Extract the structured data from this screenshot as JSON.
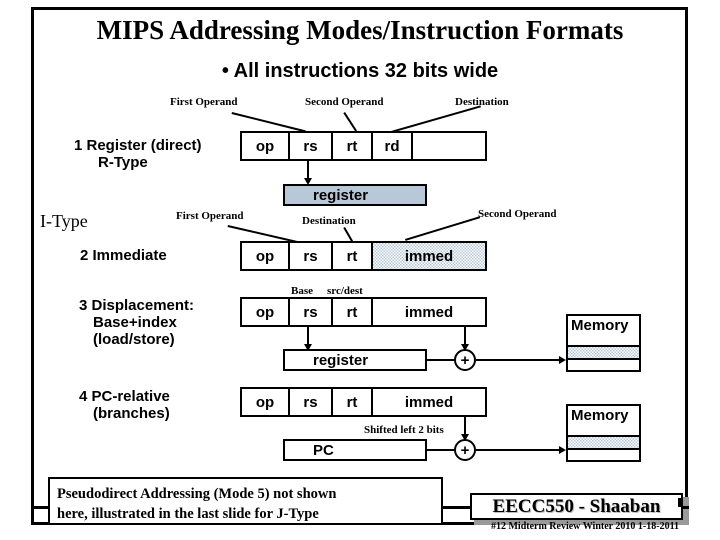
{
  "slide": {
    "title": "MIPS Addressing Modes/Instruction Formats",
    "bullet": "• All instructions 32 bits wide"
  },
  "annotations": {
    "first_operand": "First Operand",
    "second_operand": "Second Operand",
    "destination": "Destination",
    "base": "Base",
    "src_dest": "src/dest",
    "shifted": "Shifted left 2 bits"
  },
  "itype_heading": "I-Type",
  "modes": [
    {
      "id": "r-type",
      "label_line1": "1 Register (direct)",
      "label_line2": "R-Type",
      "label_line3": ""
    },
    {
      "id": "immediate",
      "label_line1": "2  Immediate",
      "label_line2": "",
      "label_line3": ""
    },
    {
      "id": "displacement",
      "label_line1": "3 Displacement:",
      "label_line2": "Base+index",
      "label_line3": "(load/store)"
    },
    {
      "id": "pc-relative",
      "label_line1": "4 PC-relative",
      "label_line2": "(branches)",
      "label_line3": ""
    }
  ],
  "formats": {
    "rtype": {
      "fields": [
        "op",
        "rs",
        "rt",
        "rd",
        ""
      ]
    },
    "immediate": {
      "fields": [
        "op",
        "rs",
        "rt",
        "immed"
      ]
    },
    "displacement": {
      "fields": [
        "op",
        "rs",
        "rt",
        "immed"
      ]
    },
    "pcrelative": {
      "fields": [
        "op",
        "rs",
        "rt",
        "immed"
      ]
    }
  },
  "boxes": {
    "register_rtype": "register",
    "register_disp": "register",
    "pc": "PC",
    "memory_disp": "Memory",
    "memory_pc": "Memory",
    "adder_disp": "+",
    "adder_pc": "+"
  },
  "note": {
    "line1": "Pseudodirect Addressing (Mode 5) not shown",
    "line2": "here, illustrated in the last slide for J-Type"
  },
  "footer": {
    "banner": "EECC550 - Shaaban",
    "sub": "#12   Midterm Review   Winter 2010  1-18-2011"
  },
  "colors": {
    "shade": "#b8c8d8",
    "line": "#000000",
    "background": "#ffffff"
  }
}
